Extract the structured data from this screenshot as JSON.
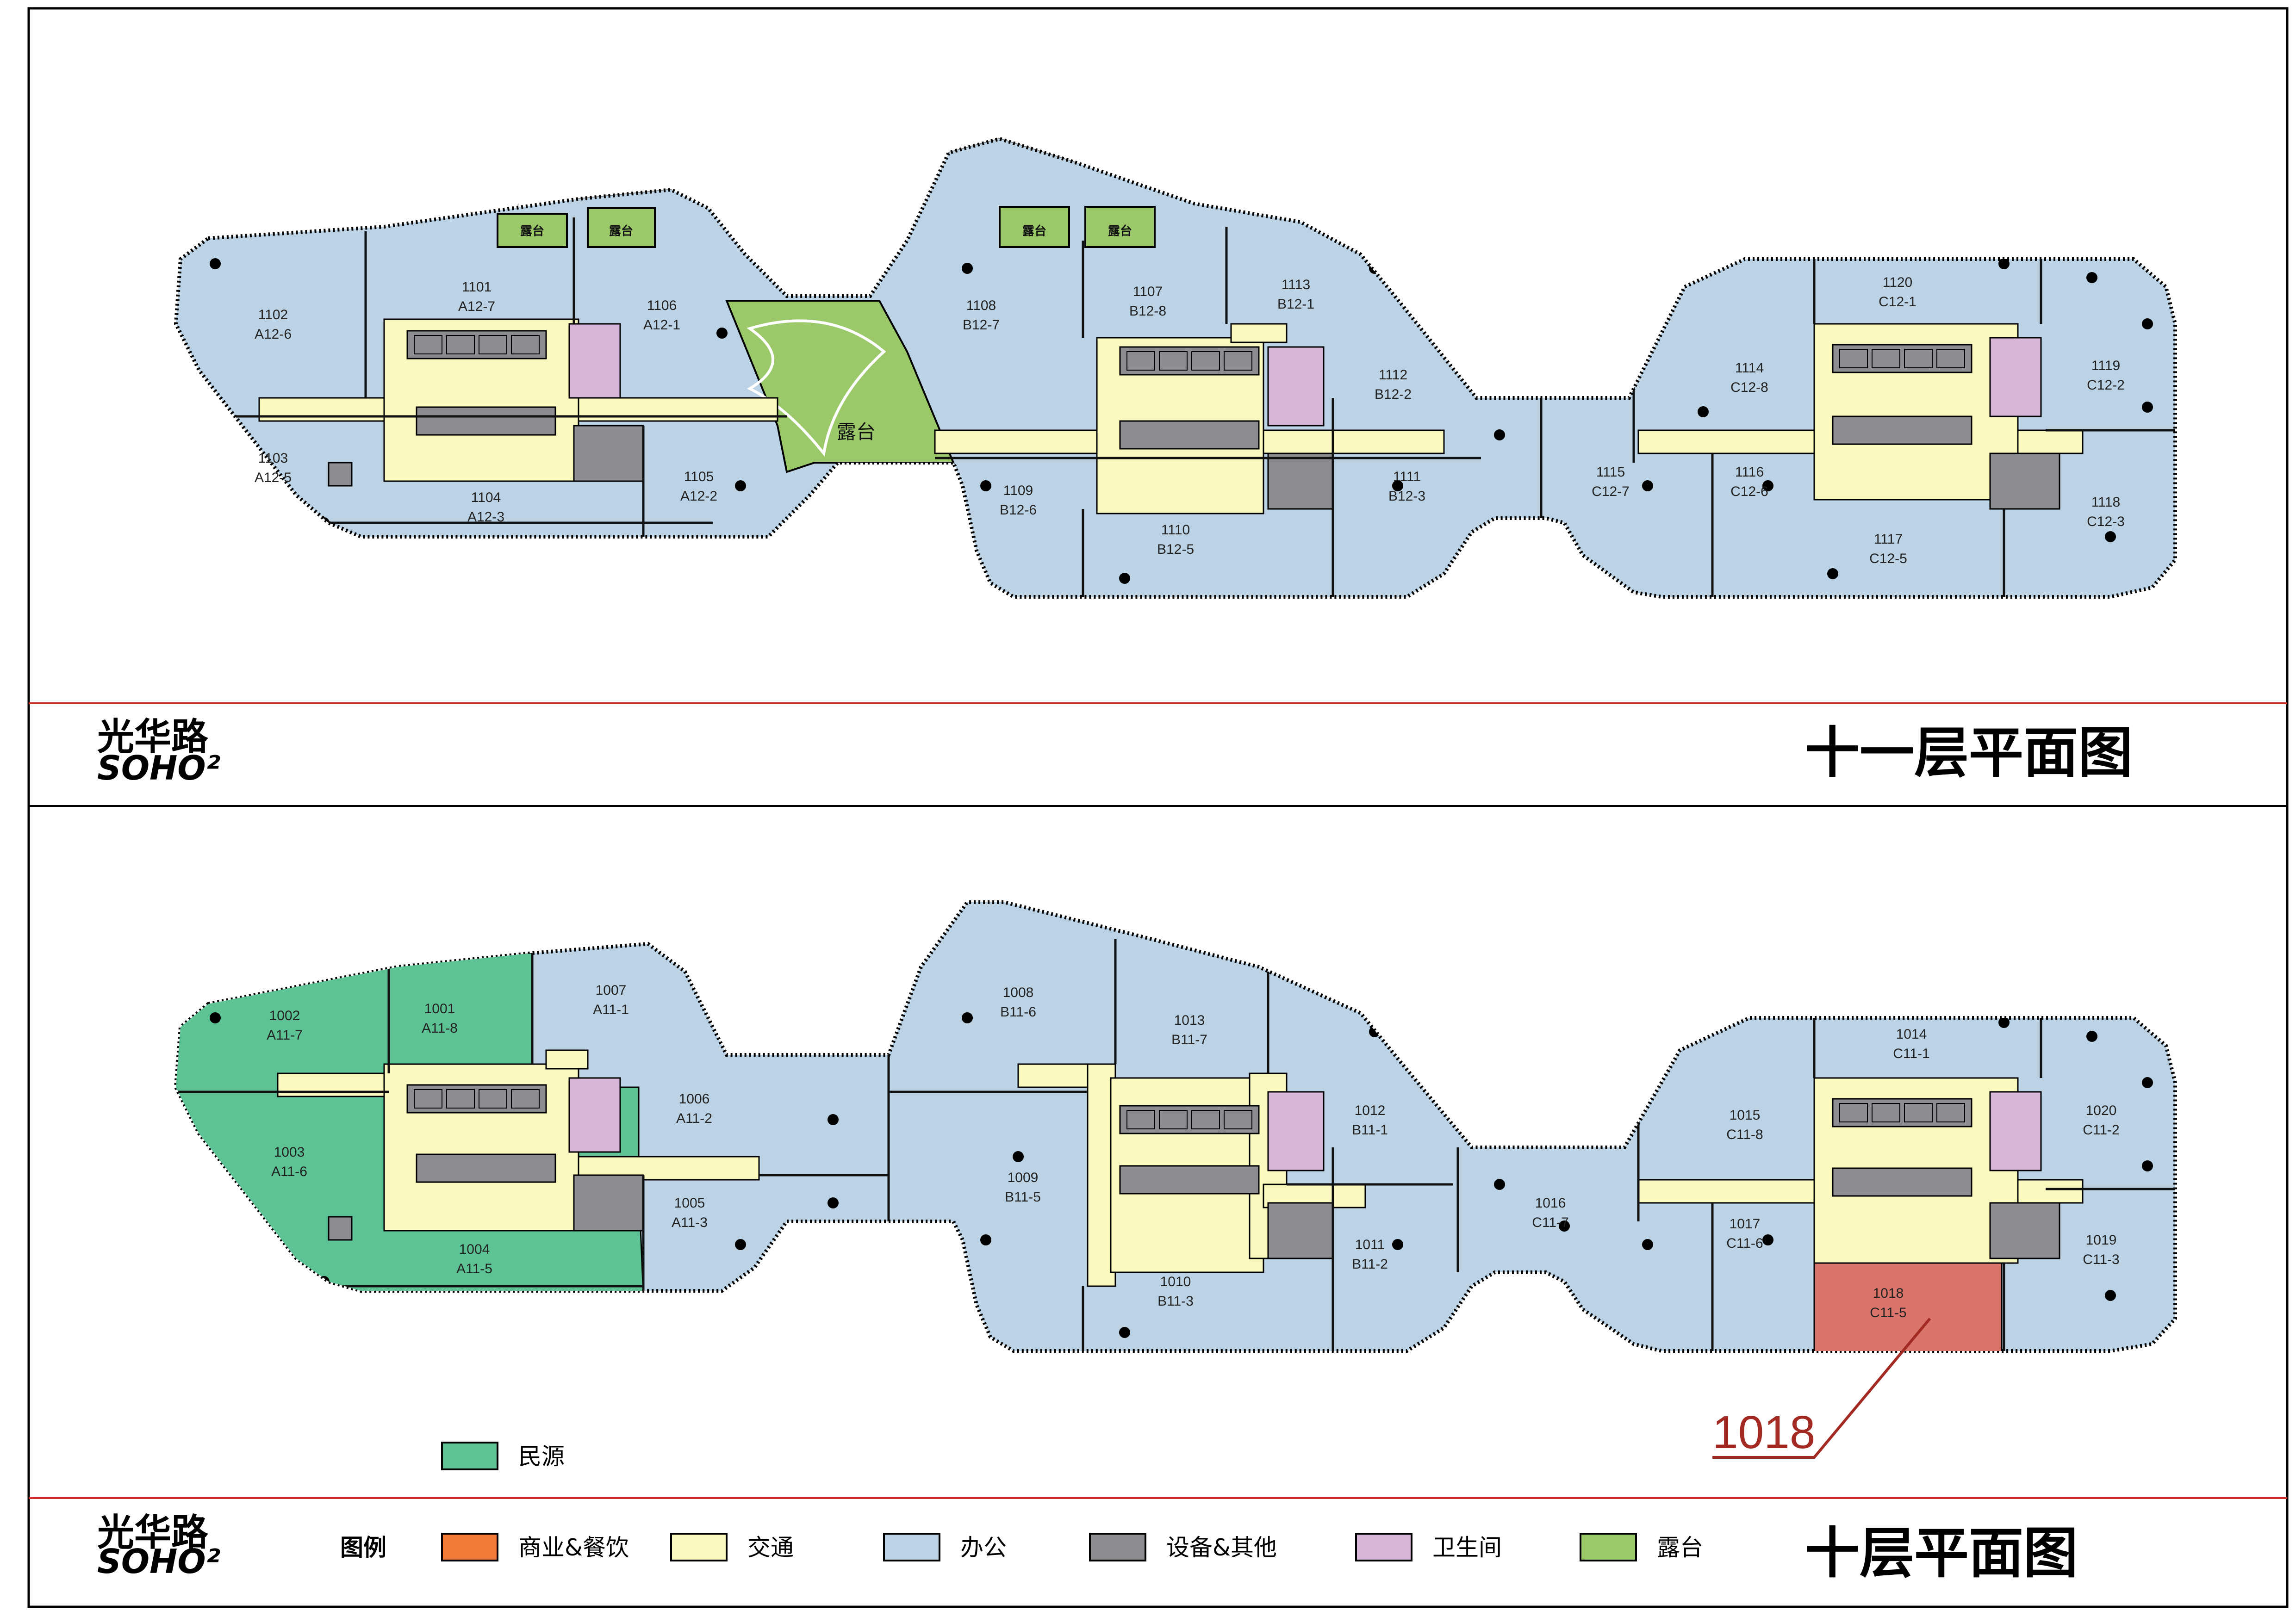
{
  "logo": {
    "cn": "光华路",
    "en": "SOHO²"
  },
  "floor11": {
    "title": "十一层平面图",
    "terrace_label": "露台",
    "units": [
      {
        "no": "1101",
        "code": "A12-7"
      },
      {
        "no": "1102",
        "code": "A12-6"
      },
      {
        "no": "1103",
        "code": "A12-5"
      },
      {
        "no": "1104",
        "code": "A12-3"
      },
      {
        "no": "1105",
        "code": "A12-2"
      },
      {
        "no": "1106",
        "code": "A12-1"
      },
      {
        "no": "1107",
        "code": "B12-8"
      },
      {
        "no": "1108",
        "code": "B12-7"
      },
      {
        "no": "1109",
        "code": "B12-6"
      },
      {
        "no": "1110",
        "code": "B12-5"
      },
      {
        "no": "1111",
        "code": "B12-3"
      },
      {
        "no": "1112",
        "code": "B12-2"
      },
      {
        "no": "1113",
        "code": "B12-1"
      },
      {
        "no": "1114",
        "code": "C12-8"
      },
      {
        "no": "1115",
        "code": "C12-7"
      },
      {
        "no": "1116",
        "code": "C12-6"
      },
      {
        "no": "1117",
        "code": "C12-5"
      },
      {
        "no": "1118",
        "code": "C12-3"
      },
      {
        "no": "1119",
        "code": "C12-2"
      },
      {
        "no": "1120",
        "code": "C12-1"
      }
    ]
  },
  "floor10": {
    "title": "十层平面图",
    "units": [
      {
        "no": "1001",
        "code": "A11-8"
      },
      {
        "no": "1002",
        "code": "A11-7"
      },
      {
        "no": "1003",
        "code": "A11-6"
      },
      {
        "no": "1004",
        "code": "A11-5"
      },
      {
        "no": "1005",
        "code": "A11-3"
      },
      {
        "no": "1006",
        "code": "A11-2"
      },
      {
        "no": "1007",
        "code": "A11-1"
      },
      {
        "no": "1008",
        "code": "B11-6"
      },
      {
        "no": "1009",
        "code": "B11-5"
      },
      {
        "no": "1010",
        "code": "B11-3"
      },
      {
        "no": "1011",
        "code": "B11-2"
      },
      {
        "no": "1012",
        "code": "B11-1"
      },
      {
        "no": "1013",
        "code": "B11-7"
      },
      {
        "no": "1014",
        "code": "C11-1"
      },
      {
        "no": "1015",
        "code": "C11-8"
      },
      {
        "no": "1016",
        "code": "C11-7"
      },
      {
        "no": "1017",
        "code": "C11-6"
      },
      {
        "no": "1018",
        "code": "C11-5"
      },
      {
        "no": "1019",
        "code": "C11-3"
      },
      {
        "no": "1020",
        "code": "C11-2"
      }
    ],
    "highlight_callout": "1018",
    "minyuan_legend": "民源"
  },
  "legend": {
    "title": "图例",
    "items": [
      {
        "label": "商业&餐饮",
        "color": "#f47a3a"
      },
      {
        "label": "交通",
        "color": "#fafac0"
      },
      {
        "label": "办公",
        "color": "#bcd3e6"
      },
      {
        "label": "设备&其他",
        "color": "#8c8d90"
      },
      {
        "label": "卫生间",
        "color": "#d8b6da"
      },
      {
        "label": "露台",
        "color": "#9bc96a"
      }
    ]
  },
  "colors": {
    "office": "#bcd3e6",
    "circulation": "#fafac0",
    "equipment": "#8c8d90",
    "restroom": "#d8b6da",
    "terrace": "#9bc96a",
    "minyuan": "#5dc395",
    "highlight": "#d9756a",
    "accent_red": "#a32a22"
  }
}
